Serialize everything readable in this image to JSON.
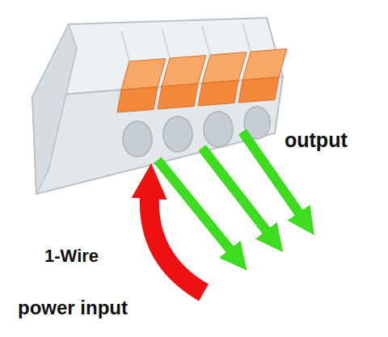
{
  "diagram": {
    "labels": [
      "output",
      "1-Wire",
      "power input"
    ]
  }
}
